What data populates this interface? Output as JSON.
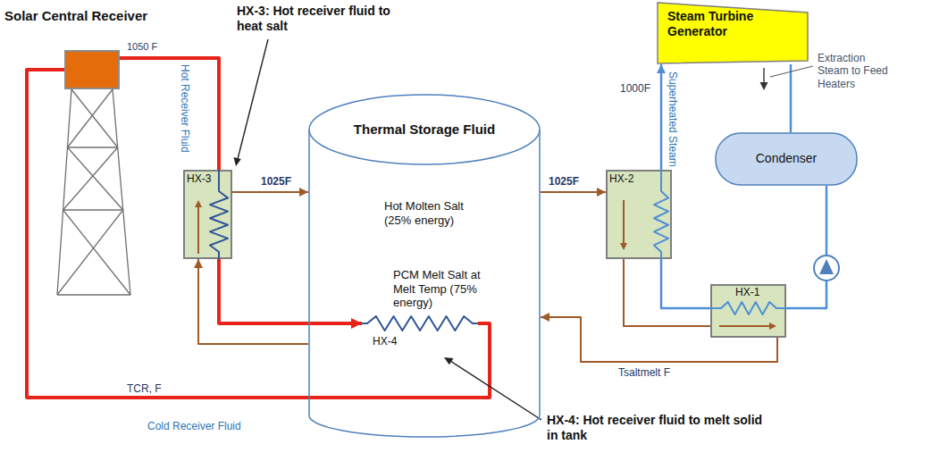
{
  "diagram": {
    "nodes": [
      {
        "text": [
          "Solar Central Receiver"
        ]
      },
      {
        "text": [
          "HX-3"
        ]
      },
      {
        "text": [
          "Thermal Storage Fluid",
          "Hot Molten Salt (25% energy)",
          "PCM Melt Salt at Melt Temp (75% energy)"
        ]
      },
      {
        "text": [
          "HX-4"
        ],
        "in": 2
      },
      {
        "text": [
          "HX-2"
        ]
      },
      {
        "text": [
          "Steam Turbine Generator"
        ]
      },
      {
        "text": [
          "Condenser"
        ]
      },
      {
        "text": [
          "HX-1"
        ]
      }
    ],
    "edges": [
      {
        "from": 0,
        "to": 1,
        "arrow": "none",
        "label": "1050 F"
      },
      {
        "from": 1,
        "to": 2,
        "arrow": "to",
        "label": "1025F"
      },
      {
        "from": 2,
        "to": 4,
        "arrow": "to",
        "label": "1025F"
      },
      {
        "from": 2,
        "to": 1,
        "arrow": "to"
      },
      {
        "from": 1,
        "to": 3,
        "arrow": "to"
      },
      {
        "from": 3,
        "to": 0,
        "arrow": "none",
        "label": "TCR, F"
      },
      {
        "from": 4,
        "to": 7,
        "arrow": "none"
      },
      {
        "from": 7,
        "to": 2,
        "arrow": "to",
        "label": "Tsaltmelt F"
      },
      {
        "from": 4,
        "to": 5,
        "arrow": "to",
        "label": "1000F"
      },
      {
        "from": 5,
        "to": 6,
        "arrow": "none"
      },
      {
        "from": 6,
        "to": 7,
        "arrow": "none"
      },
      {
        "from": 7,
        "to": 4,
        "arrow": "none"
      }
    ],
    "labels": [
      "HX-3: Hot receiver fluid to heat salt",
      "Hot Receiver Fluid",
      "Superheated Steam",
      "Extraction Steam to Feed Heaters",
      "Cold Receiver Fluid",
      "HX-4: Hot receiver fluid to melt solid in tank"
    ]
  }
}
